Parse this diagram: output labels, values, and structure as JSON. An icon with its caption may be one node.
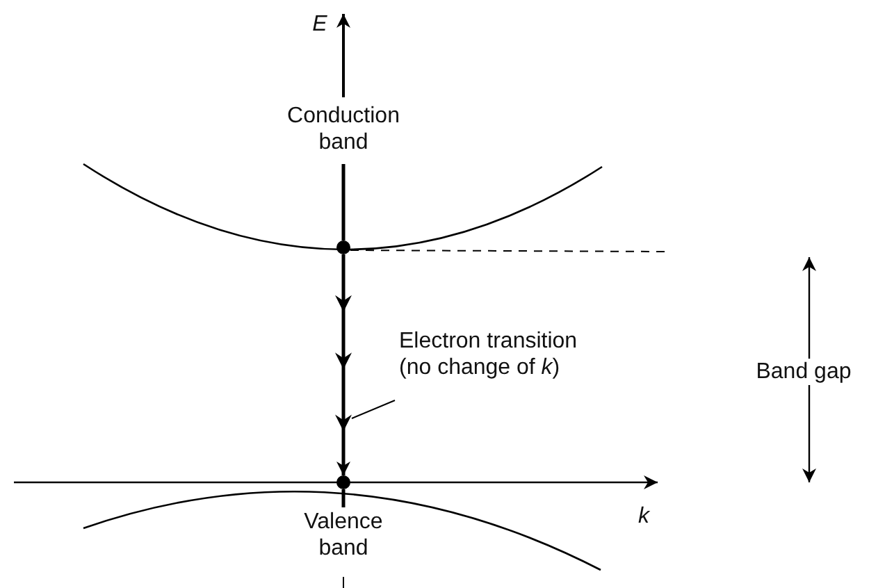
{
  "diagram": {
    "nodes": [
      {
        "text": [],
        "shape": "circle"
      },
      {
        "text": [],
        "shape": "circle"
      },
      {
        "text": [
          "Electron transition (no change of *k*)"
        ]
      }
    ],
    "edges": [
      {
        "from": 0,
        "to": 1,
        "arrow": "to",
        "style": "thick"
      },
      {
        "from": 2,
        "to": null,
        "arrow": "none"
      }
    ],
    "labels": [
      "E",
      "Conduction band",
      "Band gap",
      "k",
      "Valence band"
    ]
  }
}
